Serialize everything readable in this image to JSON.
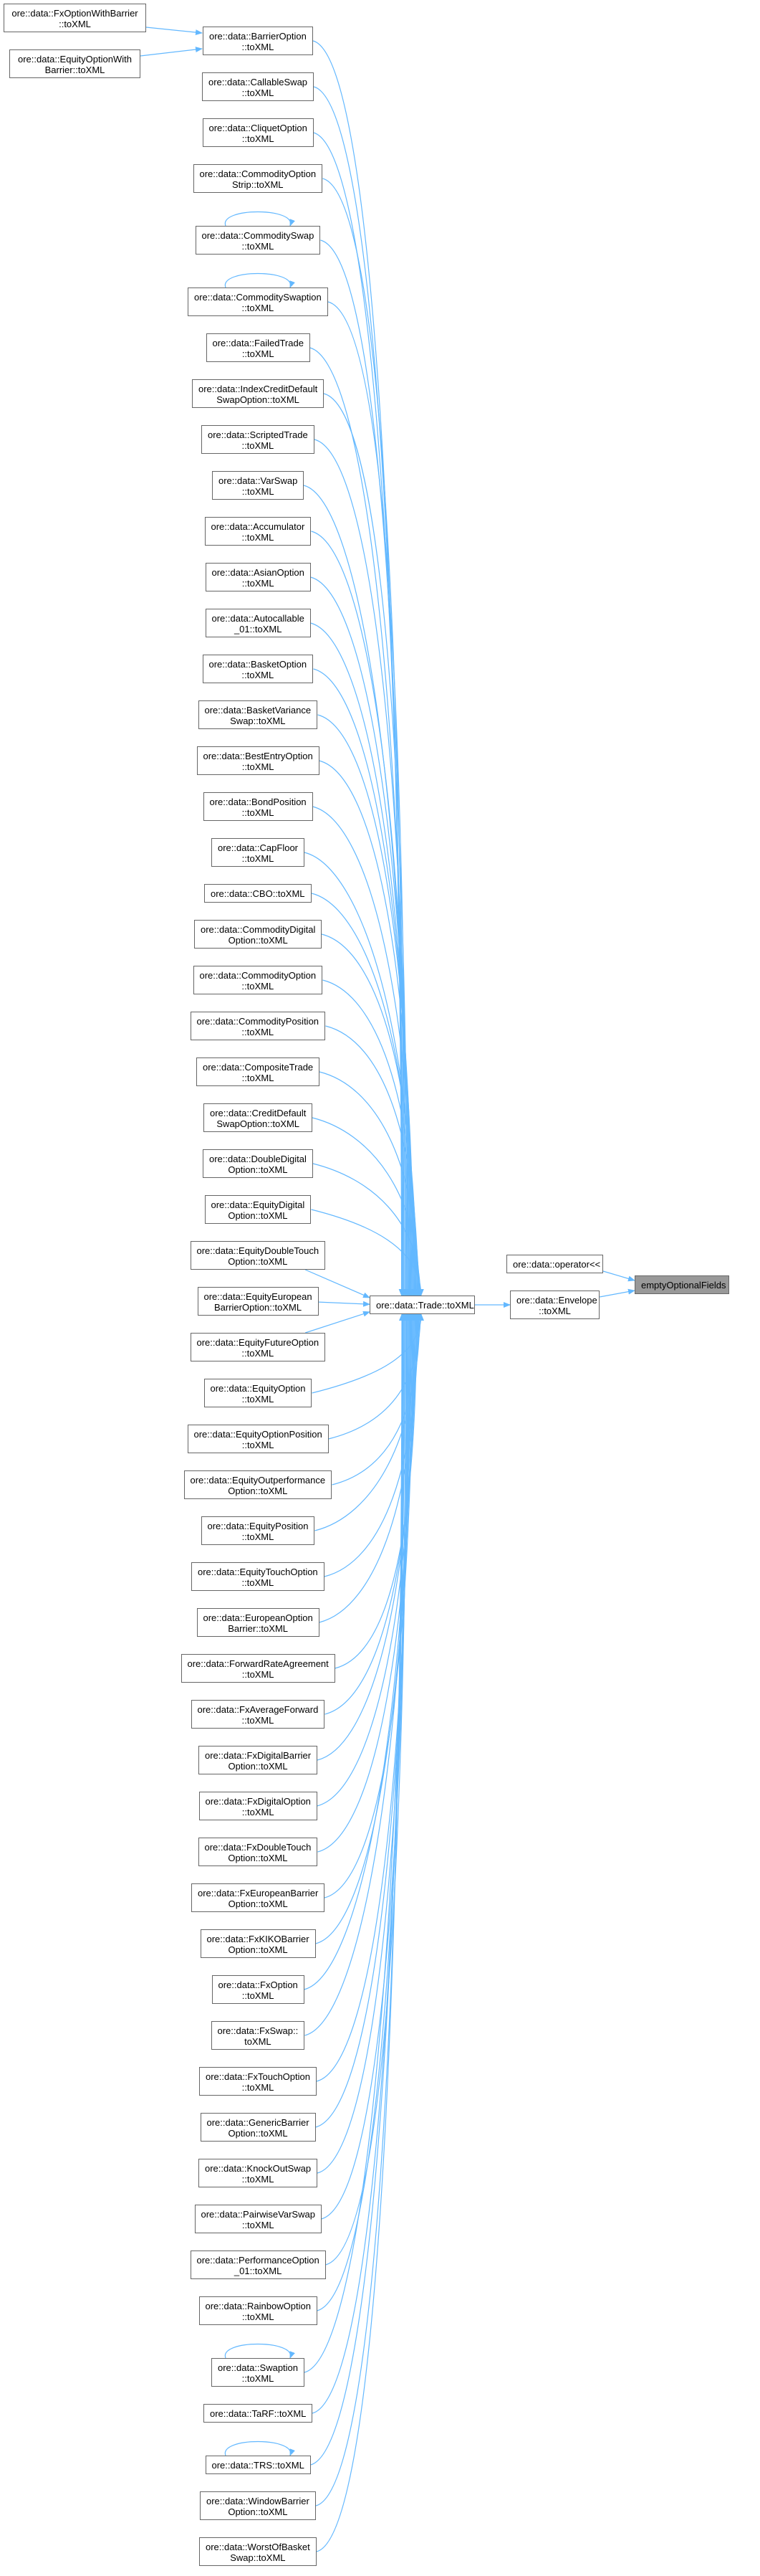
{
  "focus": {
    "label": "emptyOptionalFields",
    "fill": "#999999"
  },
  "edge_color": "#63b8ff",
  "level1": [
    {
      "id": "operator",
      "label": "ore::data::operator<<"
    },
    {
      "id": "envelope",
      "label": "ore::data::Envelope\n::toXML"
    }
  ],
  "trade": {
    "label": "ore::data::Trade::toXML"
  },
  "barrier_callers": [
    {
      "label": "ore::data::FxOptionWithBarrier\n::toXML"
    },
    {
      "label": "ore::data::EquityOptionWith\nBarrier::toXML"
    }
  ],
  "trade_callers": [
    {
      "label": "ore::data::BarrierOption\n::toXML"
    },
    {
      "label": "ore::data::CallableSwap\n::toXML"
    },
    {
      "label": "ore::data::CliquetOption\n::toXML"
    },
    {
      "label": "ore::data::CommodityOption\nStrip::toXML"
    },
    {
      "label": "ore::data::CommoditySwap\n::toXML",
      "self_call": true
    },
    {
      "label": "ore::data::CommoditySwaption\n::toXML",
      "self_call": true
    },
    {
      "label": "ore::data::FailedTrade\n::toXML"
    },
    {
      "label": "ore::data::IndexCreditDefault\nSwapOption::toXML"
    },
    {
      "label": "ore::data::ScriptedTrade\n::toXML"
    },
    {
      "label": "ore::data::VarSwap\n::toXML"
    },
    {
      "label": "ore::data::Accumulator\n::toXML"
    },
    {
      "label": "ore::data::AsianOption\n::toXML"
    },
    {
      "label": "ore::data::Autocallable\n_01::toXML"
    },
    {
      "label": "ore::data::BasketOption\n::toXML"
    },
    {
      "label": "ore::data::BasketVariance\nSwap::toXML"
    },
    {
      "label": "ore::data::BestEntryOption\n::toXML"
    },
    {
      "label": "ore::data::BondPosition\n::toXML"
    },
    {
      "label": "ore::data::CapFloor\n::toXML"
    },
    {
      "label": "ore::data::CBO::toXML"
    },
    {
      "label": "ore::data::CommodityDigital\nOption::toXML"
    },
    {
      "label": "ore::data::CommodityOption\n::toXML"
    },
    {
      "label": "ore::data::CommodityPosition\n::toXML"
    },
    {
      "label": "ore::data::CompositeTrade\n::toXML"
    },
    {
      "label": "ore::data::CreditDefault\nSwapOption::toXML"
    },
    {
      "label": "ore::data::DoubleDigital\nOption::toXML"
    },
    {
      "label": "ore::data::EquityDigital\nOption::toXML"
    },
    {
      "label": "ore::data::EquityDoubleTouch\nOption::toXML"
    },
    {
      "label": "ore::data::EquityEuropean\nBarrierOption::toXML"
    },
    {
      "label": "ore::data::EquityFutureOption\n::toXML"
    },
    {
      "label": "ore::data::EquityOption\n::toXML"
    },
    {
      "label": "ore::data::EquityOptionPosition\n::toXML"
    },
    {
      "label": "ore::data::EquityOutperformance\nOption::toXML"
    },
    {
      "label": "ore::data::EquityPosition\n::toXML"
    },
    {
      "label": "ore::data::EquityTouchOption\n::toXML"
    },
    {
      "label": "ore::data::EuropeanOption\nBarrier::toXML"
    },
    {
      "label": "ore::data::ForwardRateAgreement\n::toXML"
    },
    {
      "label": "ore::data::FxAverageForward\n::toXML"
    },
    {
      "label": "ore::data::FxDigitalBarrier\nOption::toXML"
    },
    {
      "label": "ore::data::FxDigitalOption\n::toXML"
    },
    {
      "label": "ore::data::FxDoubleTouch\nOption::toXML"
    },
    {
      "label": "ore::data::FxEuropeanBarrier\nOption::toXML"
    },
    {
      "label": "ore::data::FxKIKOBarrier\nOption::toXML"
    },
    {
      "label": "ore::data::FxOption\n::toXML"
    },
    {
      "label": "ore::data::FxSwap::\ntoXML"
    },
    {
      "label": "ore::data::FxTouchOption\n::toXML"
    },
    {
      "label": "ore::data::GenericBarrier\nOption::toXML"
    },
    {
      "label": "ore::data::KnockOutSwap\n::toXML"
    },
    {
      "label": "ore::data::PairwiseVarSwap\n::toXML"
    },
    {
      "label": "ore::data::PerformanceOption\n_01::toXML"
    },
    {
      "label": "ore::data::RainbowOption\n::toXML"
    },
    {
      "label": "ore::data::Swaption\n::toXML",
      "self_call": true
    },
    {
      "label": "ore::data::TaRF::toXML"
    },
    {
      "label": "ore::data::TRS::toXML",
      "self_call": true
    },
    {
      "label": "ore::data::WindowBarrier\nOption::toXML"
    },
    {
      "label": "ore::data::WorstOfBasket\nSwap::toXML"
    }
  ]
}
